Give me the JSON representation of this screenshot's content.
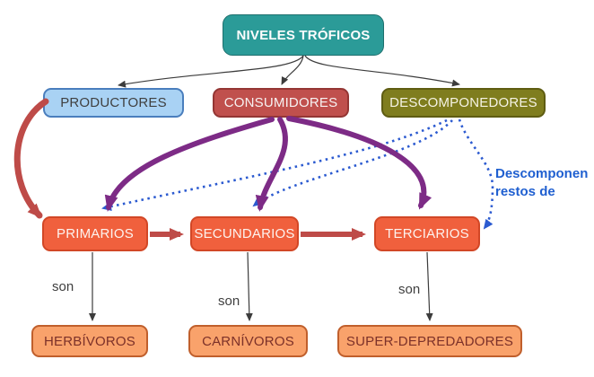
{
  "title": "NIVELES TRÓFICOS",
  "levels": {
    "trophic": [
      {
        "label": "PRODUCTORES"
      },
      {
        "label": "CONSUMIDORES"
      },
      {
        "label": "DESCOMPONEDORES"
      }
    ],
    "consumer_orders": [
      {
        "label": "PRIMARIOS"
      },
      {
        "label": "SECUNDARIOS"
      },
      {
        "label": "TERCIARIOS"
      }
    ],
    "examples": [
      {
        "label": "HERBÍVOROS"
      },
      {
        "label": "CARNÍVOROS"
      },
      {
        "label": "SUPER-DEPREDADORES"
      }
    ]
  },
  "labels": {
    "son1": "son",
    "son2": "son",
    "son3": "son",
    "descomponen_note": "Descomponen restos de"
  },
  "edges": [
    {
      "from": "NIVELES TRÓFICOS",
      "to": "PRODUCTORES",
      "style": "thin-black"
    },
    {
      "from": "NIVELES TRÓFICOS",
      "to": "CONSUMIDORES",
      "style": "thin-black"
    },
    {
      "from": "NIVELES TRÓFICOS",
      "to": "DESCOMPONEDORES",
      "style": "thin-black"
    },
    {
      "from": "PRODUCTORES",
      "to": "PRIMARIOS",
      "style": "thick-red-curve"
    },
    {
      "from": "CONSUMIDORES",
      "to": "PRIMARIOS",
      "style": "thick-purple-curve"
    },
    {
      "from": "CONSUMIDORES",
      "to": "SECUNDARIOS",
      "style": "thick-purple-curve"
    },
    {
      "from": "CONSUMIDORES",
      "to": "TERCIARIOS",
      "style": "thick-purple-curve"
    },
    {
      "from": "DESCOMPONEDORES",
      "to": "PRIMARIOS",
      "style": "dotted-blue"
    },
    {
      "from": "DESCOMPONEDORES",
      "to": "SECUNDARIOS",
      "style": "dotted-blue"
    },
    {
      "from": "DESCOMPONEDORES",
      "to": "TERCIARIOS",
      "style": "dotted-blue",
      "label": "Descomponen restos de"
    },
    {
      "from": "PRIMARIOS",
      "to": "SECUNDARIOS",
      "style": "thick-red"
    },
    {
      "from": "SECUNDARIOS",
      "to": "TERCIARIOS",
      "style": "thick-red"
    },
    {
      "from": "PRIMARIOS",
      "to": "HERBÍVOROS",
      "style": "thin-black",
      "label": "son"
    },
    {
      "from": "SECUNDARIOS",
      "to": "CARNÍVOROS",
      "style": "thin-black",
      "label": "son"
    },
    {
      "from": "TERCIARIOS",
      "to": "SUPER-DEPREDADORES",
      "style": "thin-black",
      "label": "son"
    }
  ],
  "colors": {
    "teal-fill": "#2B9B98",
    "teal-border": "#1E6F6D",
    "blue-box-fill": "#A9D2F4",
    "blue-box-border": "#4A7EBD",
    "blue-box-text": "#404040",
    "brick-fill": "#C0504D",
    "brick-border": "#943634",
    "olive-fill": "#7F7D1E",
    "olive-border": "#5E5C12",
    "orange-fill": "#F0603D",
    "orange-border": "#D24726",
    "peach-fill": "#F9A26B",
    "peach-border": "#C05F2C",
    "peach-text": "#7C3129",
    "arrow-red": "#BE4B48",
    "arrow-purple": "#7D2B86",
    "arrow-blue": "#2B5AD0",
    "arrow-black": "#3C3C3C",
    "note-blue": "#1F5FD0"
  }
}
